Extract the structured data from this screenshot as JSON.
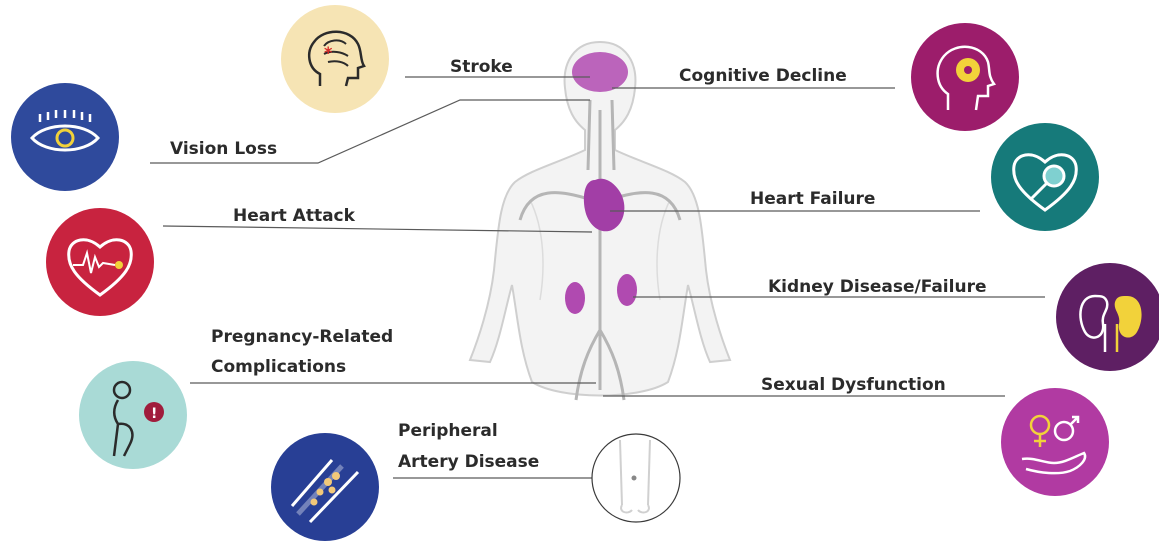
{
  "labels": {
    "stroke": "Stroke",
    "cognitive_decline": "Cognitive Decline",
    "vision_loss": "Vision Loss",
    "heart_failure": "Heart Failure",
    "heart_attack": "Heart Attack",
    "kidney": "Kidney Disease/Failure",
    "pregnancy_line1": "Pregnancy-Related",
    "pregnancy_line2": "Complications",
    "sexual_dysfunction": "Sexual Dysfunction",
    "pad_line1": "Peripheral",
    "pad_line2": "Artery Disease"
  },
  "icons": [
    {
      "id": "stroke",
      "name": "brain-stroke-icon",
      "color": "#f6e4b4"
    },
    {
      "id": "cognitive",
      "name": "head-puzzle-icon",
      "color": "#9c1d6b"
    },
    {
      "id": "vision",
      "name": "eye-icon",
      "color": "#2f4a9c"
    },
    {
      "id": "heart_failure",
      "name": "heart-magnifier-icon",
      "color": "#167a7a"
    },
    {
      "id": "heart_attack",
      "name": "heart-pulse-icon",
      "color": "#c8233f"
    },
    {
      "id": "kidney",
      "name": "kidney-icon",
      "color": "#5e1f63"
    },
    {
      "id": "pregnancy",
      "name": "pregnant-woman-icon",
      "color": "#a9dad6"
    },
    {
      "id": "sexual",
      "name": "gender-symbols-hand-icon",
      "color": "#b13aa2"
    },
    {
      "id": "pad",
      "name": "artery-plaque-icon",
      "color": "#283f95"
    }
  ],
  "colors": {
    "organ": "#b04ab0",
    "body_outline": "#c9c9c9",
    "body_fill": "#f2f2f2",
    "vessel": "#b9b9b9",
    "leader_line": "#5a5a5a"
  }
}
